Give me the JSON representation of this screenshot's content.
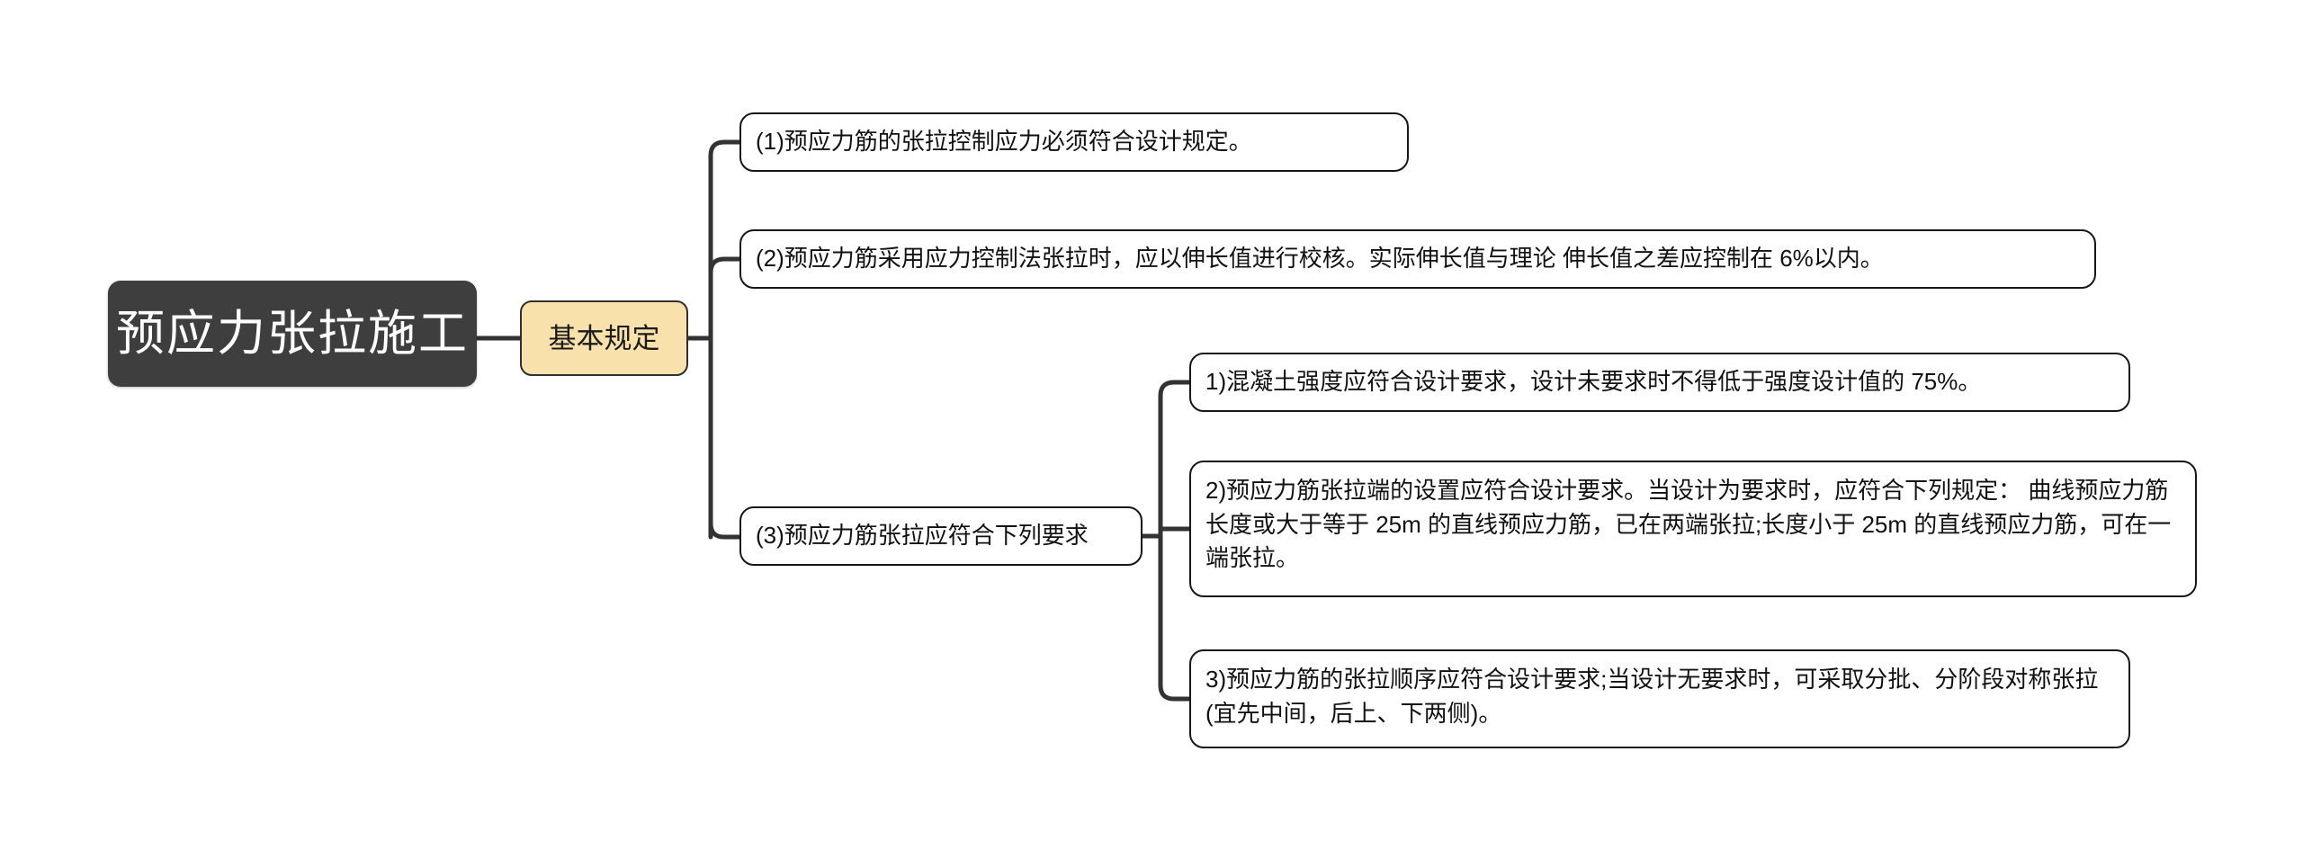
{
  "diagram": {
    "type": "mindmap",
    "orientation": "left-to-right",
    "background_color": "#FFFFFF",
    "connector_color": "#333333"
  },
  "root": {
    "label": "预应力张拉施工",
    "fill_color": "#3E3E3E",
    "text_color": "#FFFFFF"
  },
  "branch": {
    "label": "基本规定",
    "fill_color": "#F9E1AB",
    "border_color": "#2F2F2F",
    "text_color": "#1B1B1B"
  },
  "leaves": [
    {
      "id": "leaf-1",
      "label": "(1)预应力筋的张拉控制应力必须符合设计规定。"
    },
    {
      "id": "leaf-2",
      "label": "(2)预应力筋采用应力控制法张拉时，应以伸长值进行校核。实际伸长值与理论 伸长值之差应控制在 6%以内。"
    },
    {
      "id": "leaf-3",
      "label": "(3)预应力筋张拉应符合下列要求"
    }
  ],
  "sub_leaves": [
    {
      "id": "leaf-3-1",
      "label": "1)混凝土强度应符合设计要求，设计未要求时不得低于强度设计值的 75%。"
    },
    {
      "id": "leaf-3-2",
      "label": "2)预应力筋张拉端的设置应符合设计要求。当设计为要求时，应符合下列规定： 曲线预应力筋长度或大于等于 25m 的直线预应力筋，已在两端张拉;长度小于 25m 的直线预应力筋，可在一端张拉。"
    },
    {
      "id": "leaf-3-3",
      "label": "3)预应力筋的张拉顺序应符合设计要求;当设计无要求时，可采取分批、分阶段对称张拉(宜先中间，后上、下两侧)。"
    }
  ]
}
